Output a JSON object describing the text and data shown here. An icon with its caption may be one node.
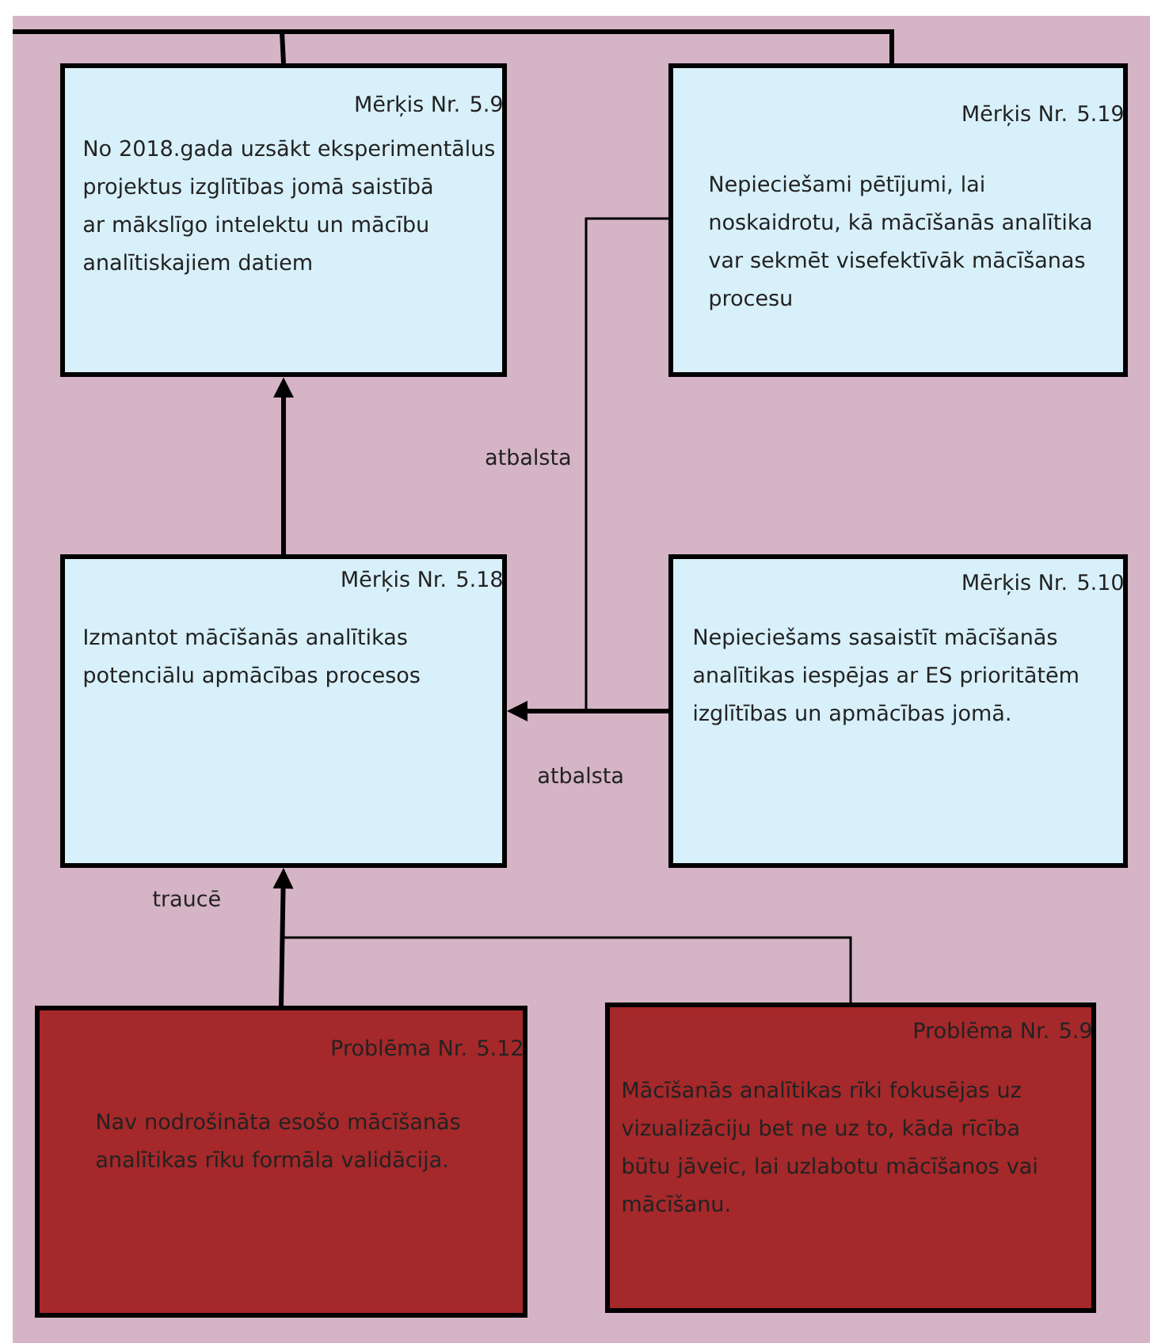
{
  "diagram": {
    "nodes": [
      {
        "text": [
          "Mērķis Nr. 5.9",
          "No 2018.gada uzsākt eksperimentālus projektus izglītības jomā saistībā ar mākslīgo intelektu un mācību analītiskajiem datiem"
        ]
      },
      {
        "text": [
          "Mērķis Nr. 5.19",
          "Nepieciešami pētījumi, lai noskaidrotu, kā mācīšanās analītika var sekmēt visefektīvāk mācīšanas procesu"
        ]
      },
      {
        "text": [
          "Mērķis Nr. 5.18",
          "Izmantot mācīšanās analītikas potenciālu apmācības procesos"
        ]
      },
      {
        "text": [
          "Mērķis Nr. 5.10",
          "Nepieciešams sasaistīt mācīšanās analītikas iespējas ar ES prioritātēm izglītības un apmācības jomā."
        ]
      },
      {
        "text": [
          "Problēma Nr. 5.12",
          "Nav nodrošināta esošo mācīšanās analītikas rīku formāla validācija."
        ]
      },
      {
        "text": [
          "Problēma Nr. 5.9",
          "Mācīšanās analītikas rīki fokusējas uz vizualizāciju bet ne uz to, kāda rīcība būtu jāveic, lai uzlabotu mācīšanos vai mācīšanu."
        ]
      }
    ],
    "edges": [
      {
        "from": 2,
        "to": 0,
        "arrow": "to"
      },
      {
        "from": 3,
        "to": 2,
        "arrow": "to",
        "label": "atbalsta"
      },
      {
        "from": 1,
        "to": 2,
        "arrow": "to",
        "label": "atbalsta"
      },
      {
        "from": 4,
        "to": 2,
        "arrow": "to",
        "label": "traucē"
      },
      {
        "from": 5,
        "to": 2,
        "arrow": "to"
      },
      {
        "from": 0,
        "to": null,
        "arrow": "none"
      },
      {
        "from": 1,
        "to": null,
        "arrow": "none"
      }
    ]
  }
}
